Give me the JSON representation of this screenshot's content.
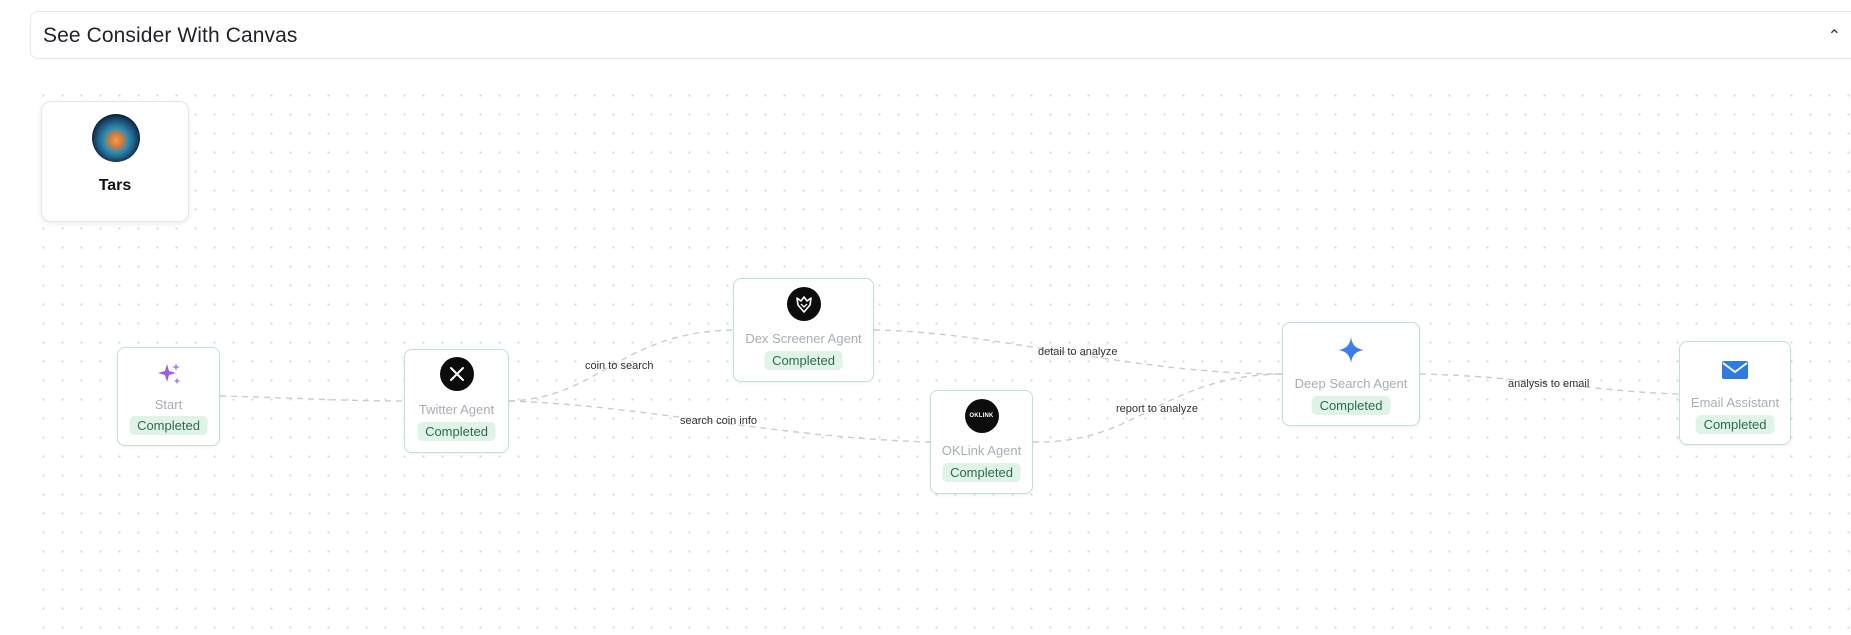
{
  "header": {
    "title": "See Consider With Canvas",
    "collapse_icon": "chevron-up-icon"
  },
  "tars": {
    "label": "Tars",
    "avatar_icon": "planet-avatar-icon"
  },
  "nodes": {
    "start": {
      "title": "Start",
      "status": "Completed",
      "icon": "sparkle-icon",
      "icon_color": "#9b5de5"
    },
    "twitter": {
      "title": "Twitter Agent",
      "status": "Completed",
      "icon": "x-logo-icon"
    },
    "dex": {
      "title": "Dex Screener Agent",
      "status": "Completed",
      "icon": "dex-screener-logo-icon"
    },
    "oklink": {
      "title": "OKLink Agent",
      "status": "Completed",
      "icon": "oklink-logo-icon",
      "icon_text": "OKLINK"
    },
    "deep": {
      "title": "Deep Search Agent",
      "status": "Completed",
      "icon": "star-sparkle-icon",
      "icon_color": "#3b7ff5"
    },
    "email": {
      "title": "Email Assistant",
      "status": "Completed",
      "icon": "envelope-icon",
      "icon_color": "#2f7be0"
    }
  },
  "edges": {
    "coin_to_search": "coin to search",
    "search_coin_info": "search coin info",
    "detail_to_analyze": "detail to analyze",
    "report_to_analyze": "report to analyze",
    "analysis_to_email": "analysis to email"
  },
  "colors": {
    "node_border": "#bfe3cf",
    "badge_bg": "#dff3e6",
    "badge_text": "#2f6b46",
    "edge": "#c9ccd1"
  }
}
